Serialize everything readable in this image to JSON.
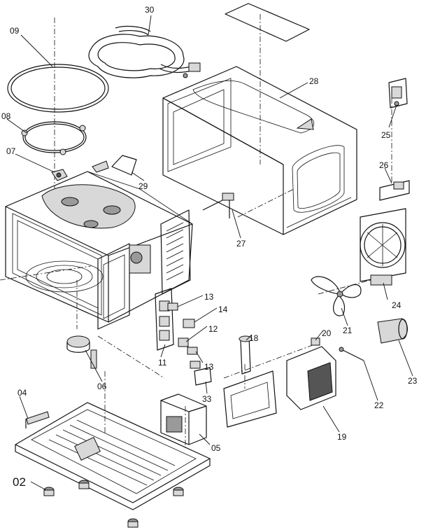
{
  "callouts": [
    {
      "id": "30",
      "big": false
    },
    {
      "id": "09",
      "big": false
    },
    {
      "id": "08",
      "big": false
    },
    {
      "id": "07",
      "big": false
    },
    {
      "id": "28",
      "big": false
    },
    {
      "id": "25",
      "big": false
    },
    {
      "id": "29",
      "big": false
    },
    {
      "id": "26",
      "big": false
    },
    {
      "id": "27",
      "big": false
    },
    {
      "id": "24",
      "big": false
    },
    {
      "id": "21",
      "big": false
    },
    {
      "id": "13",
      "big": false
    },
    {
      "id": "14",
      "big": false
    },
    {
      "id": "12",
      "big": false
    },
    {
      "id": "11",
      "big": false
    },
    {
      "id": "13",
      "big": false
    },
    {
      "id": "18",
      "big": false
    },
    {
      "id": "20",
      "big": false
    },
    {
      "id": "23",
      "big": false
    },
    {
      "id": "22",
      "big": false
    },
    {
      "id": "06",
      "big": false
    },
    {
      "id": "33",
      "big": false
    },
    {
      "id": "19",
      "big": false
    },
    {
      "id": "04",
      "big": false
    },
    {
      "id": "05",
      "big": false
    },
    {
      "id": "02",
      "big": true
    }
  ]
}
